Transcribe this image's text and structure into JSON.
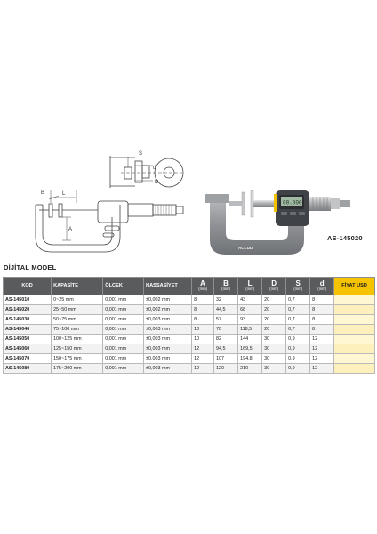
{
  "product_code": "AS-145020",
  "section_title": "DİJİTAL MODEL",
  "table": {
    "headers": {
      "kod": "KOD",
      "kapasite": "KAPASİTE",
      "olcek": "ÖLÇEK",
      "hassasiyet": "HASSASİYET",
      "a": "A",
      "b": "B",
      "l": "L",
      "d": "D",
      "s": "S",
      "dd": "d",
      "unit": "(mm)",
      "price": "FİYAT USD"
    },
    "rows": [
      {
        "kod": "AS-145010",
        "kapasite": "0~25 mm",
        "olcek": "0,001 mm",
        "hassasiyet": "±0,002 mm",
        "a": "8",
        "b": "32",
        "l": "43",
        "d": "20",
        "s": "0,7",
        "dd": "8"
      },
      {
        "kod": "AS-145020",
        "kapasite": "25~50 mm",
        "olcek": "0,001 mm",
        "hassasiyet": "±0,002 mm",
        "a": "8",
        "b": "44,5",
        "l": "68",
        "d": "20",
        "s": "0,7",
        "dd": "8"
      },
      {
        "kod": "AS-145030",
        "kapasite": "50~75 mm",
        "olcek": "0,001 mm",
        "hassasiyet": "±0,003 mm",
        "a": "8",
        "b": "57",
        "l": "93",
        "d": "20",
        "s": "0,7",
        "dd": "8"
      },
      {
        "kod": "AS-145040",
        "kapasite": "75~100 mm",
        "olcek": "0,001 mm",
        "hassasiyet": "±0,003 mm",
        "a": "10",
        "b": "70",
        "l": "118,5",
        "d": "20",
        "s": "0,7",
        "dd": "8"
      },
      {
        "kod": "AS-145050",
        "kapasite": "100~125 mm",
        "olcek": "0,001 mm",
        "hassasiyet": "±0,003 mm",
        "a": "10",
        "b": "82",
        "l": "144",
        "d": "30",
        "s": "0,9",
        "dd": "12"
      },
      {
        "kod": "AS-145060",
        "kapasite": "125~150 mm",
        "olcek": "0,001 mm",
        "hassasiyet": "±0,003 mm",
        "a": "12",
        "b": "94,5",
        "l": "169,5",
        "d": "30",
        "s": "0,9",
        "dd": "12"
      },
      {
        "kod": "AS-145070",
        "kapasite": "150~175 mm",
        "olcek": "0,001 mm",
        "hassasiyet": "±0,003 mm",
        "a": "12",
        "b": "107",
        "l": "194,8",
        "d": "30",
        "s": "0,9",
        "dd": "12"
      },
      {
        "kod": "AS-145080",
        "kapasite": "175~200 mm",
        "olcek": "0,001 mm",
        "hassasiyet": "±0,003 mm",
        "a": "12",
        "b": "120",
        "l": "210",
        "d": "30",
        "s": "0,9",
        "dd": "12"
      }
    ]
  },
  "diagram": {
    "labels": {
      "l": "L",
      "a": "A",
      "b": "B",
      "d_small": "d",
      "d_big": "D",
      "s": "S"
    }
  },
  "photo": {
    "brand": "ACCUD",
    "display_value": "00.000"
  }
}
